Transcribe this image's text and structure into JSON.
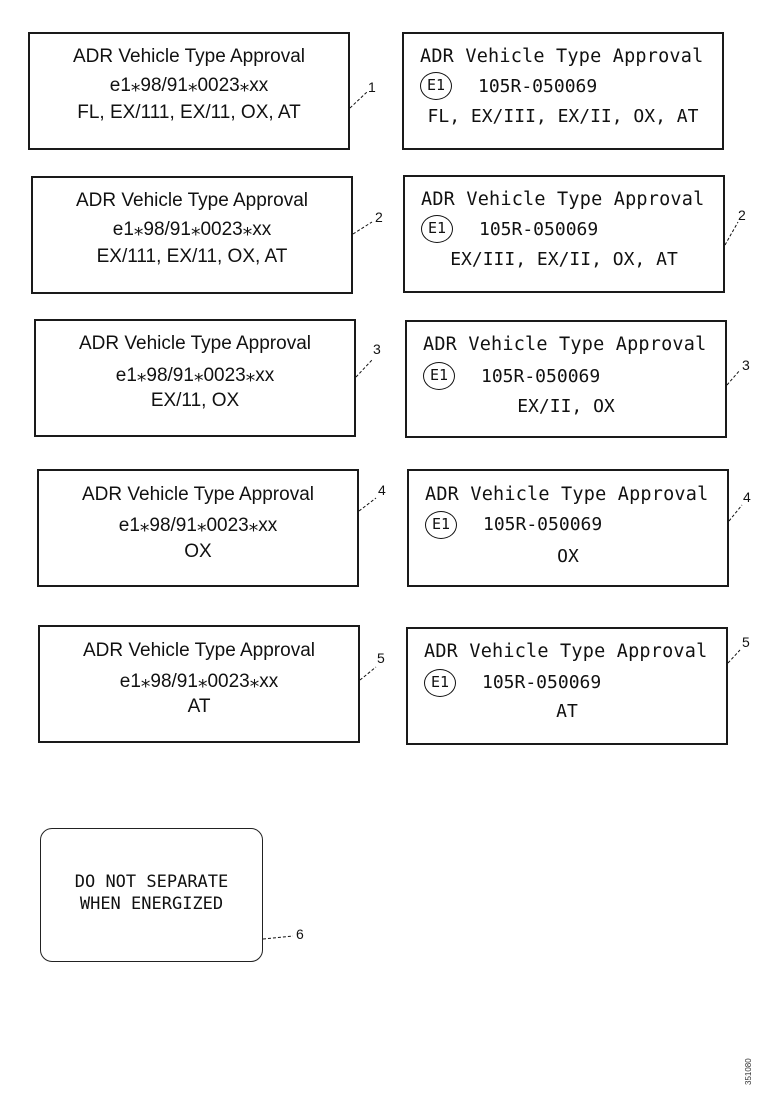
{
  "left_labels": [
    {
      "title": "ADR Vehicle Type Approval",
      "number": "e1⁎98/91⁎0023⁎xx",
      "classes": "FL, EX/111, EX/11, OX, AT",
      "callout": "1"
    },
    {
      "title": "ADR Vehicle Type Approval",
      "number": "e1⁎98/91⁎0023⁎xx",
      "classes": "EX/111, EX/11, OX, AT",
      "callout": "2"
    },
    {
      "title": "ADR Vehicle Type Approval",
      "number": "e1⁎98/91⁎0023⁎xx",
      "classes": "EX/11, OX",
      "callout": "3"
    },
    {
      "title": "ADR Vehicle Type Approval",
      "number": "e1⁎98/91⁎0023⁎xx",
      "classes": "OX",
      "callout": "4"
    },
    {
      "title": "ADR Vehicle Type Approval",
      "number": "e1⁎98/91⁎0023⁎xx",
      "classes": "AT",
      "callout": "5"
    }
  ],
  "right_labels": [
    {
      "title": "ADR Vehicle Type Approval",
      "emark": "E1",
      "code": "105R-050069",
      "classes": "FL, EX/III, EX/II, OX, AT",
      "callout": ""
    },
    {
      "title": "ADR Vehicle Type Approval",
      "emark": "E1",
      "code": "105R-050069",
      "classes": "EX/III, EX/II, OX, AT",
      "callout": "2"
    },
    {
      "title": "ADR Vehicle Type Approval",
      "emark": "E1",
      "code": "105R-050069",
      "classes": "EX/II, OX",
      "callout": "3"
    },
    {
      "title": "ADR Vehicle Type Approval",
      "emark": "E1",
      "code": "105R-050069",
      "classes": "OX",
      "callout": "4"
    },
    {
      "title": "ADR Vehicle Type Approval",
      "emark": "E1",
      "code": "105R-050069",
      "classes": "AT",
      "callout": "5"
    }
  ],
  "warning": {
    "line1": "DO NOT SEPARATE",
    "line2": "WHEN ENERGIZED",
    "callout": "6"
  },
  "reference": "351080"
}
